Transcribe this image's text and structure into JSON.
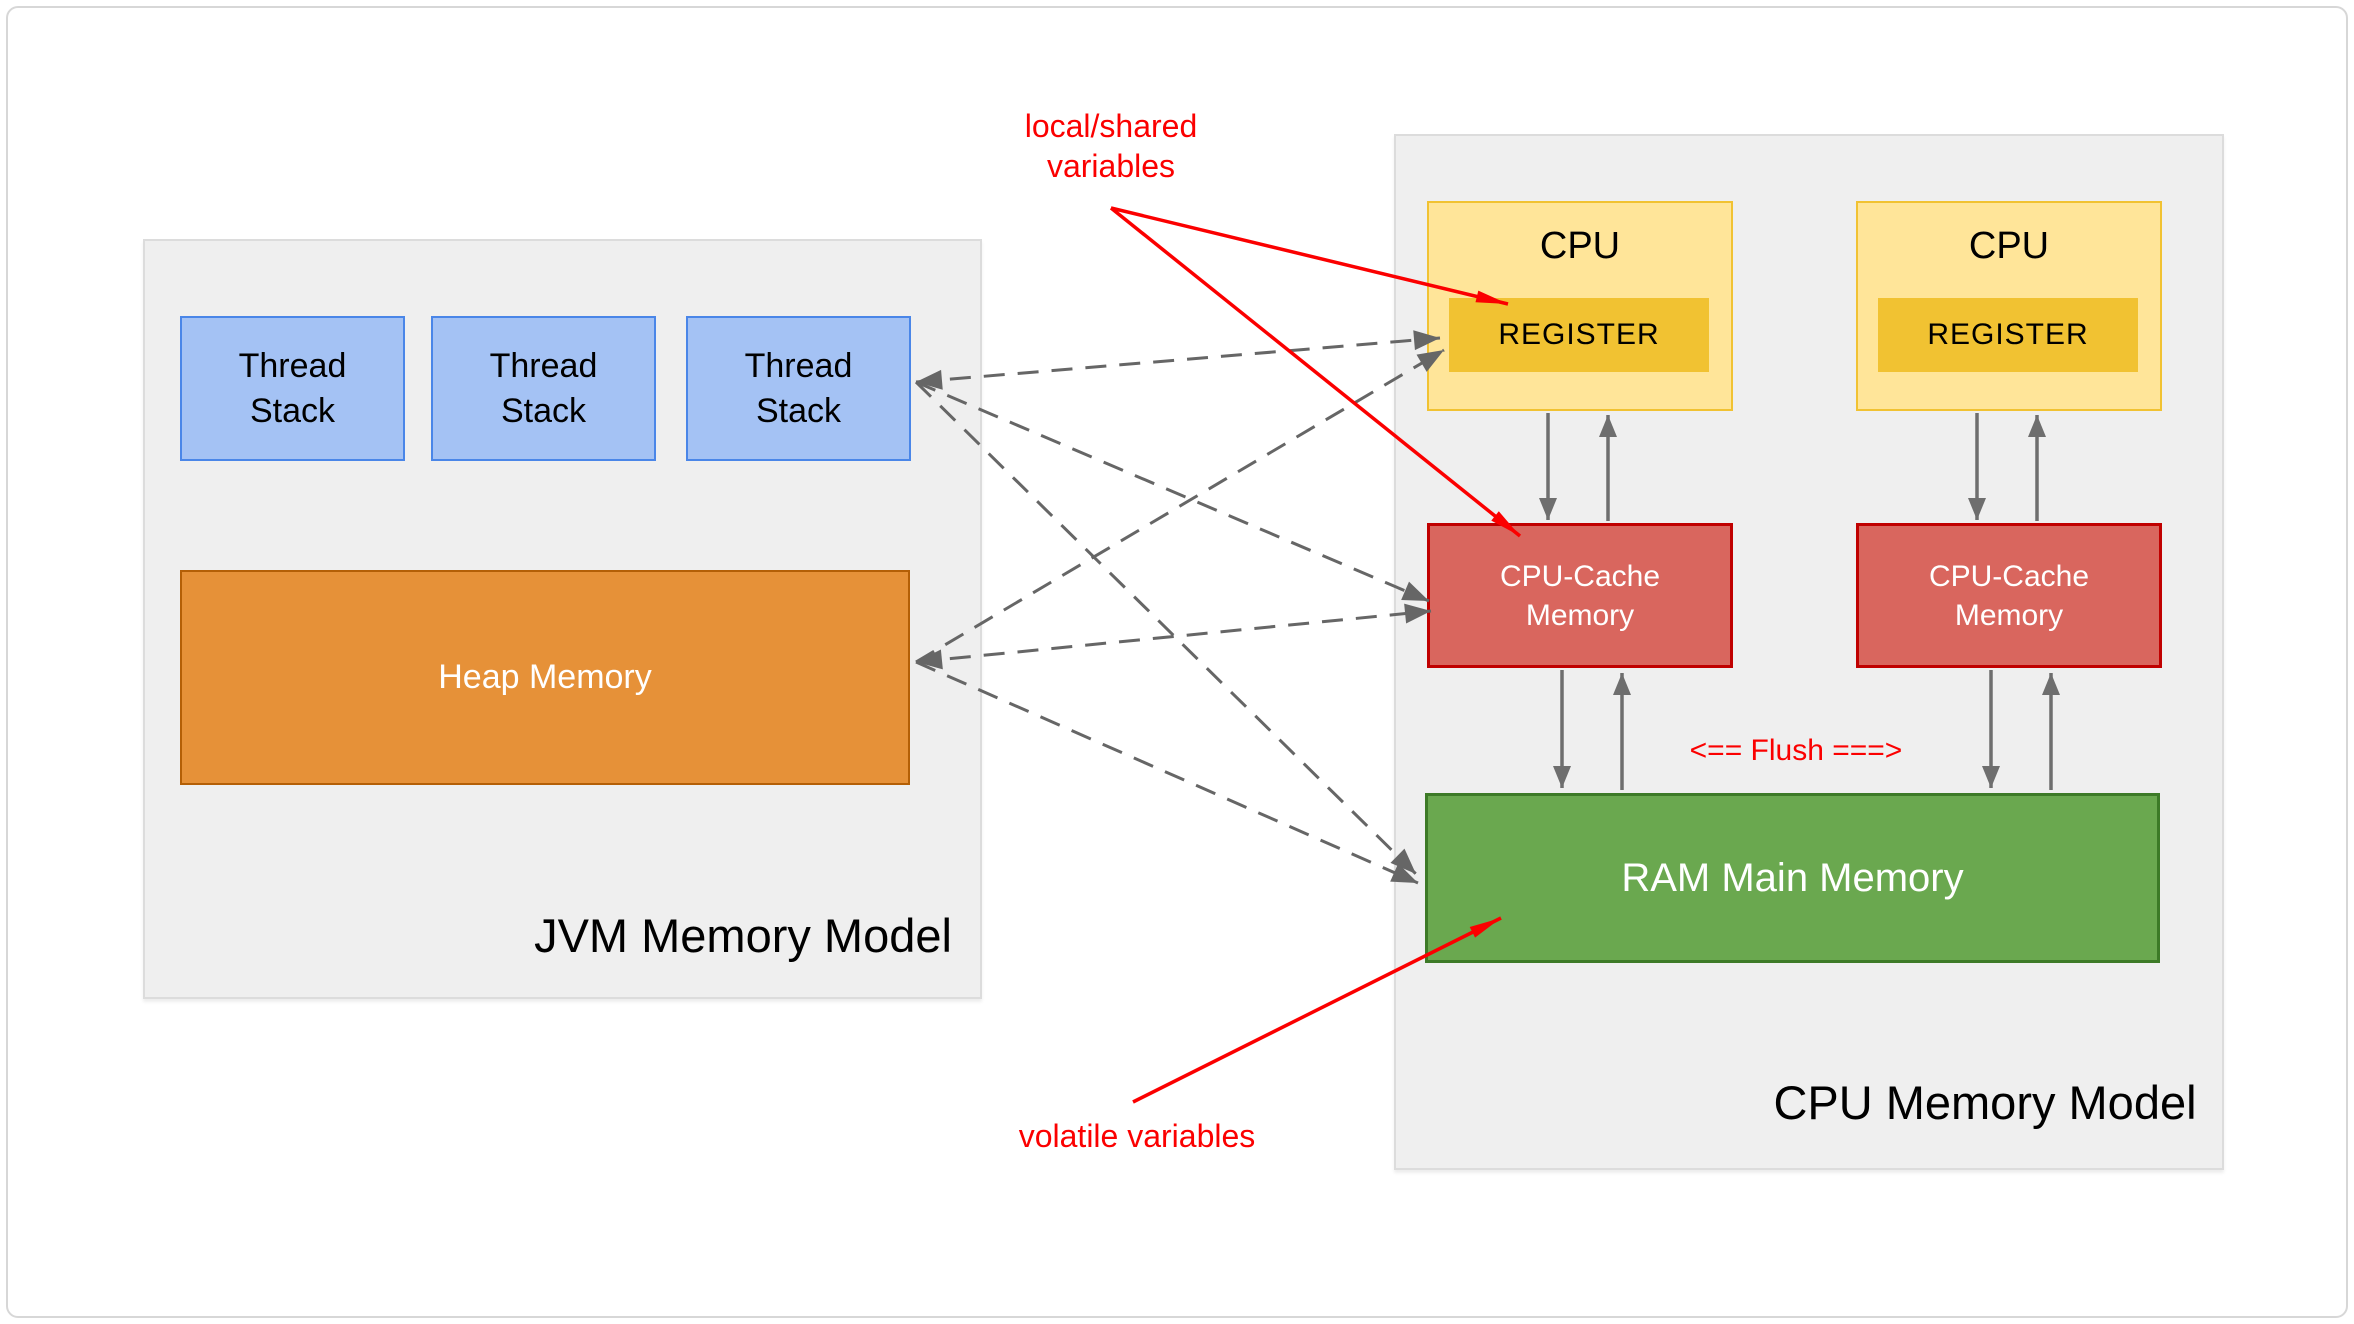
{
  "jvm_model": {
    "title": "JVM Memory Model",
    "thread_stacks": [
      {
        "label": "Thread\nStack"
      },
      {
        "label": "Thread\nStack"
      },
      {
        "label": "Thread\nStack"
      }
    ],
    "heap_label": "Heap Memory"
  },
  "cpu_model": {
    "title": "CPU Memory Model",
    "cpus": [
      {
        "label": "CPU",
        "register_label": "REGISTER",
        "cache_label": "CPU-Cache\nMemory"
      },
      {
        "label": "CPU",
        "register_label": "REGISTER",
        "cache_label": "CPU-Cache\nMemory"
      }
    ],
    "ram_label": "RAM Main Memory",
    "flush_label": "<== Flush ===>"
  },
  "annotations": {
    "local_shared_variables": "local/shared\nvariables",
    "volatile_variables": "volatile variables"
  },
  "colors": {
    "panel_bg": "#efefef",
    "panel_border": "#dcdcdc",
    "thread_fill": "#a4c2f4",
    "thread_border": "#4a86e8",
    "heap_fill": "#e69138",
    "heap_border": "#b45f06",
    "cpu_fill": "#ffe599",
    "cpu_border": "#f1c232",
    "register_fill": "#f1c232",
    "cache_fill": "#d9665e",
    "cache_border": "#c00000",
    "ram_fill": "#6aa84f",
    "ram_border": "#3d7a27",
    "annotation_red": "#fb0000",
    "connector_gray": "#666666"
  }
}
